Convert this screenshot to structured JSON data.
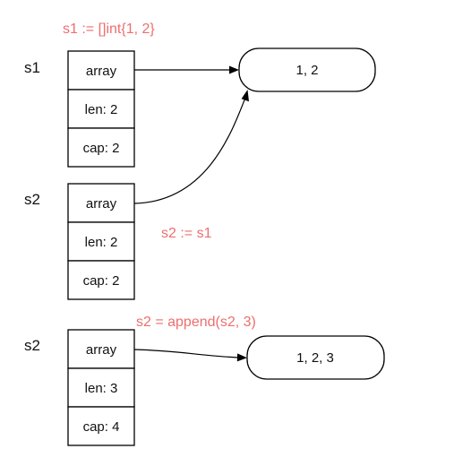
{
  "labels": {
    "code1": "s1 := []int{1, 2}",
    "code2": "s2 := s1",
    "code3": "s2 = append(s2, 3)"
  },
  "slices": [
    {
      "name": "s1",
      "array": "array",
      "len": "len: 2",
      "cap": "cap: 2"
    },
    {
      "name": "s2",
      "array": "array",
      "len": "len: 2",
      "cap": "cap: 2"
    },
    {
      "name": "s2",
      "array": "array",
      "len": "len: 3",
      "cap": "cap: 4"
    }
  ],
  "arrays": [
    {
      "content": "1, 2"
    },
    {
      "content": "1, 2, 3"
    }
  ],
  "colors": {
    "code_text": "#ee6e6e",
    "stroke": "#000000"
  }
}
